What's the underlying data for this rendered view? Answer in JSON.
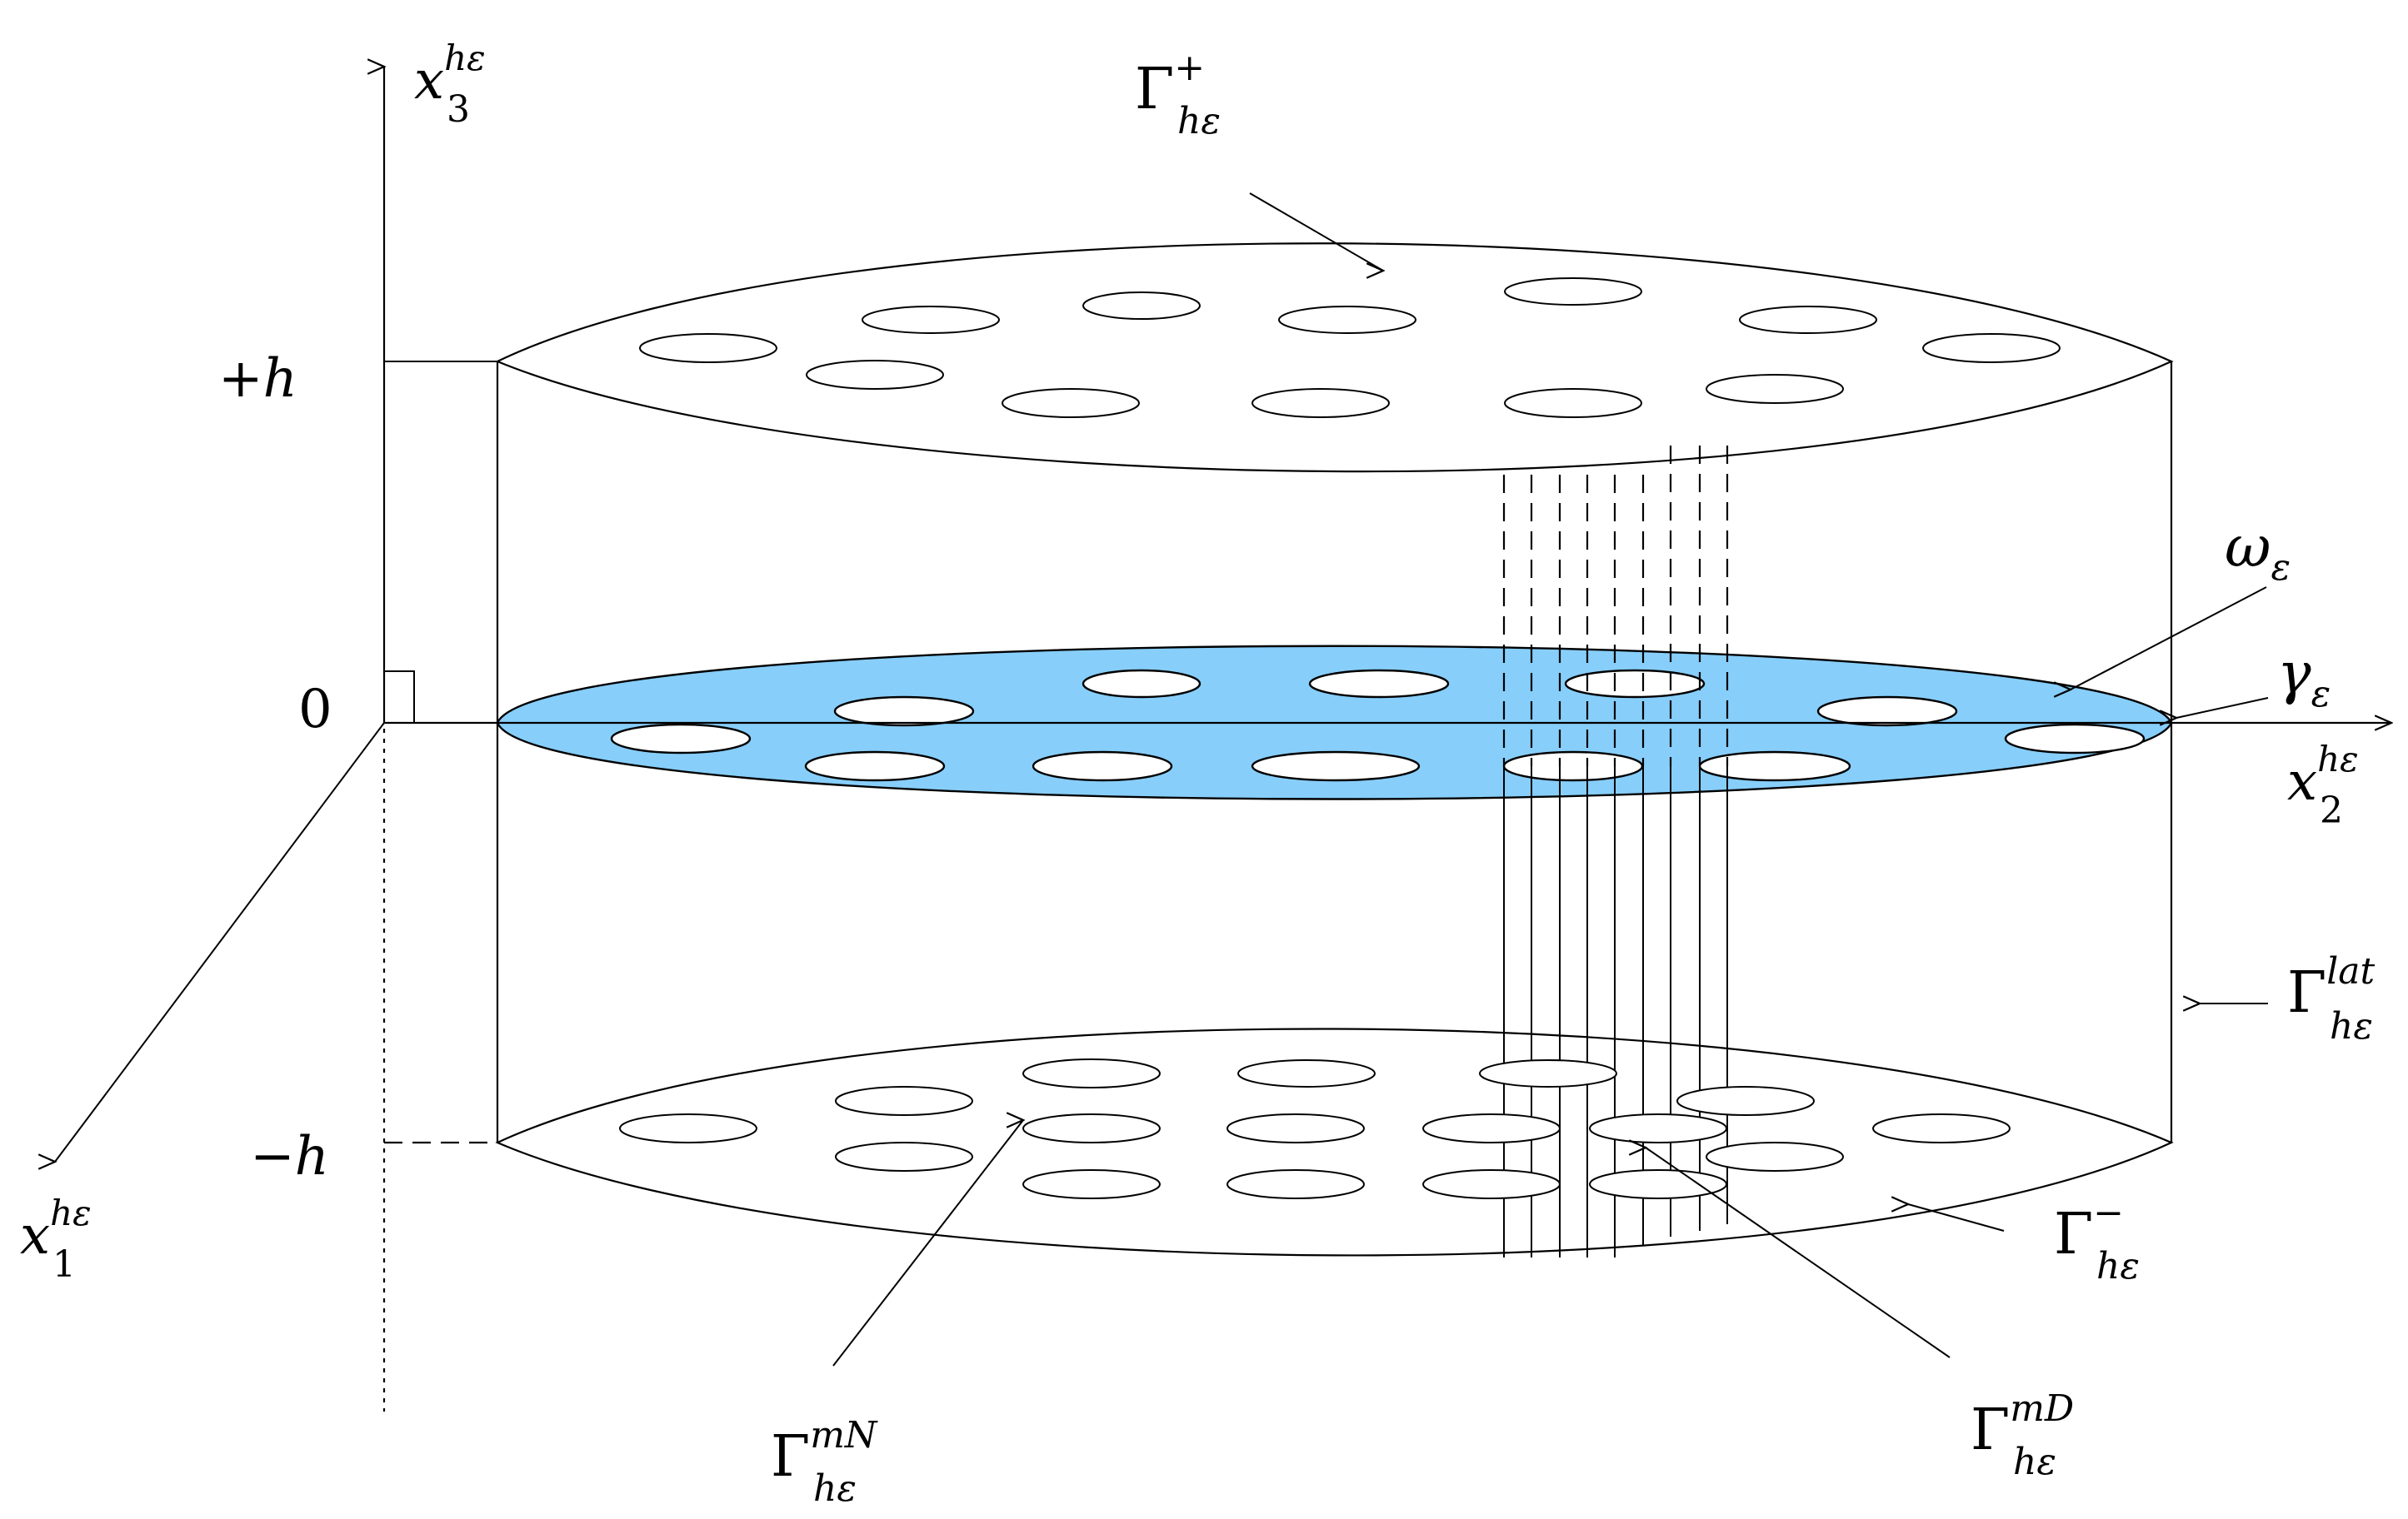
{
  "colors": {
    "midplane_fill": "#87cefa",
    "stroke": "#000000",
    "background": "#ffffff"
  },
  "axes": {
    "x3": {
      "base": "x",
      "sub": "3",
      "sup": "hε"
    },
    "x2": {
      "base": "x",
      "sub": "2",
      "sup": "hε"
    },
    "x1": {
      "base": "x",
      "sub": "1",
      "sup": "hε"
    }
  },
  "ticks": {
    "plus_h": "+h",
    "zero": "0",
    "minus_h": "−h"
  },
  "surfaces": {
    "gamma_plus": {
      "base": "Γ",
      "sup": "+",
      "sub": "hε"
    },
    "gamma_minus": {
      "base": "Γ",
      "sup": "−",
      "sub": "hε"
    },
    "gamma_lat": {
      "base": "Γ",
      "sup": "lat",
      "sub": "hε"
    },
    "gamma_mN": {
      "base": "Γ",
      "sup": "mN",
      "sub": "hε"
    },
    "gamma_mD": {
      "base": "Γ",
      "sup": "mD",
      "sub": "hε"
    },
    "omega": {
      "base": "ω",
      "sub": "ε"
    },
    "gamma_eps": {
      "base": "γ",
      "sub": "ε"
    }
  }
}
